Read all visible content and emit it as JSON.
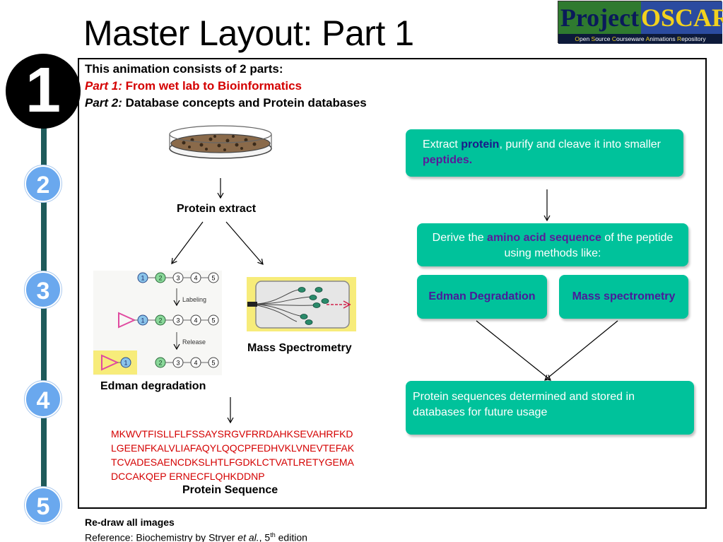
{
  "slide": {
    "title": "Master Layout: Part 1",
    "logo": {
      "left_word": "Project",
      "right_word": "OSCAR",
      "subtitle_parts": [
        "O",
        "pen ",
        "S",
        "ource ",
        "C",
        "ourseware ",
        "A",
        "nimations ",
        "R",
        "epository"
      ]
    }
  },
  "steps": [
    "1",
    "2",
    "3",
    "4",
    "5"
  ],
  "intro": {
    "heading": "This animation consists of 2 parts:",
    "part1_label": "Part 1:",
    "part1_text": "From wet lab to Bioinformatics",
    "part2_label": "Part 2:",
    "part2_text": "Database concepts and Protein  databases"
  },
  "left_flow": {
    "protein_extract": "Protein extract",
    "edman_caption": "Edman degradation",
    "mass_caption": "Mass Spectrometry",
    "edman_diagram": {
      "labeling": "Labeling",
      "release": "Release",
      "beads": [
        "1",
        "2",
        "3",
        "4",
        "5"
      ]
    },
    "sequence_lines": [
      "MKWVTFISLLFLFSSAYSRGVFRRDAHKSEVAHRFKD",
      "LGEENFKALVLIAFAQYLQQCPFEDHVKLVNEVTEFAK",
      "TCVADESAENCDKSLHTLFGDKLCTVATLRETYGEMA",
      "DCCAKQEP ERNECFLQHKDDNP"
    ],
    "sequence_caption": "Protein Sequence"
  },
  "right_flow": {
    "box1": {
      "pre": "Extract ",
      "hl1": "protein",
      "mid": ", purify and cleave  it into smaller ",
      "hl2": "peptides."
    },
    "box2": {
      "pre": "Derive the ",
      "hl": "amino acid sequence",
      "post": " of the peptide using methods like:"
    },
    "method1": "Edman Degradation",
    "method2": "Mass spectrometry",
    "box3": "Protein sequences determined and stored  in databases for future usage"
  },
  "footer": {
    "line1": "Re-draw all images",
    "ref_pre": "Reference: Biochemistry by Stryer ",
    "ref_etal": "et al.",
    "ref_mid": ", 5",
    "ref_sup": "th",
    "ref_post": " edition"
  },
  "colors": {
    "box_green": "#00c29b",
    "highlight_purple": "#5a1a9a",
    "sequence_red": "#d40000",
    "timeline_teal": "#1e5a5a",
    "step_blue": "#6aa8ee"
  }
}
